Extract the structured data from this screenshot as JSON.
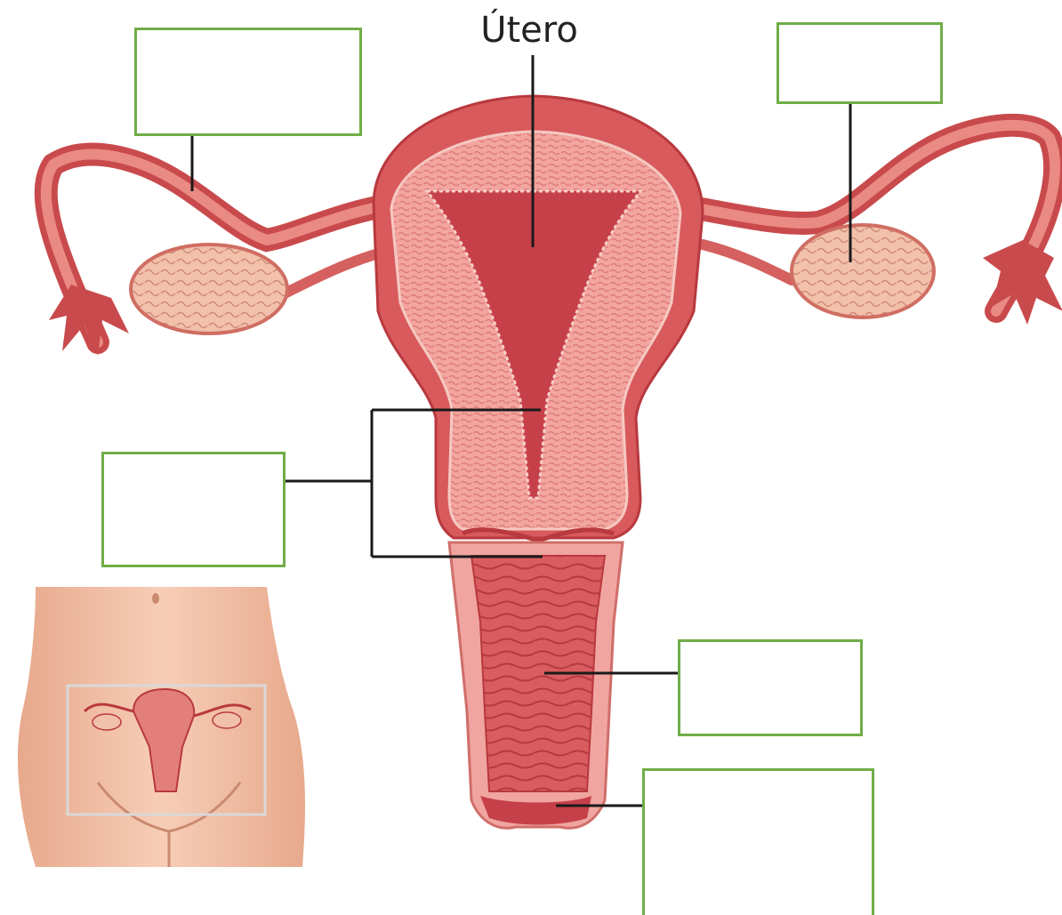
{
  "diagram": {
    "label_top": "Útero",
    "answer_boxes": [
      {
        "id": "box-tl",
        "value": ""
      },
      {
        "id": "box-tr",
        "value": ""
      },
      {
        "id": "box-ml",
        "value": ""
      },
      {
        "id": "box-mr",
        "value": ""
      },
      {
        "id": "box-br",
        "value": ""
      }
    ]
  },
  "colors": {
    "box_border": "#70ad47",
    "leader_line": "#1a1a1a",
    "tissue_light": "#f3a3a0",
    "tissue_mid": "#e77874",
    "tissue_dark": "#c8474a",
    "ovary": "#f0bba6",
    "skin": "#f4c3a8",
    "inset_frame": "#d9d9d9"
  }
}
